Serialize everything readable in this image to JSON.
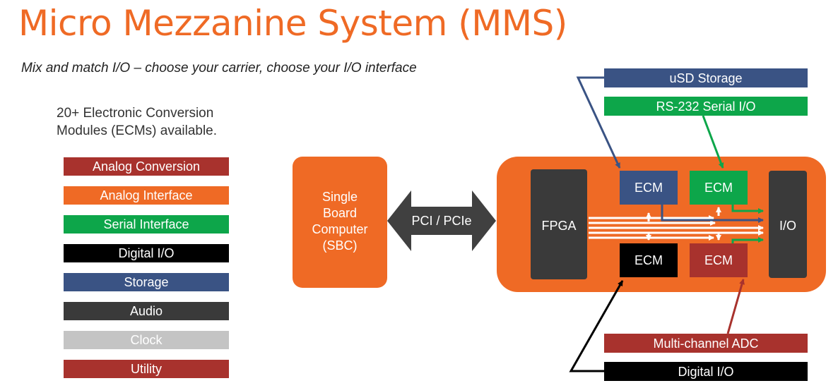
{
  "title": "Micro Mezzanine System (MMS)",
  "subtitle": "Mix and match I/O – choose your carrier, choose your I/O interface",
  "intro": {
    "line1": "20+ Electronic Conversion",
    "line2": "Modules (ECMs) available."
  },
  "legend": [
    {
      "label": "Analog Conversion",
      "color": "#a8322d"
    },
    {
      "label": "Analog Interface",
      "color": "#ef6a25"
    },
    {
      "label": "Serial Interface",
      "color": "#0da64a"
    },
    {
      "label": "Digital I/O",
      "color": "#000000"
    },
    {
      "label": "Storage",
      "color": "#3a5384"
    },
    {
      "label": "Audio",
      "color": "#3a3a3a"
    },
    {
      "label": "Clock",
      "color": "#c4c4c4"
    },
    {
      "label": "Utility",
      "color": "#a8322d"
    }
  ],
  "sbc": {
    "line1": "Single",
    "line2": "Board",
    "line3": "Computer",
    "line4": "(SBC)"
  },
  "bus_label": "PCI / PCIe",
  "fpga_label": "FPGA",
  "io_label": "I/O",
  "ecms": [
    {
      "label": "ECM",
      "color": "#3a5384"
    },
    {
      "label": "ECM",
      "color": "#0da64a"
    },
    {
      "label": "ECM",
      "color": "#000000"
    },
    {
      "label": "ECM",
      "color": "#a8322d"
    }
  ],
  "top_boxes": [
    {
      "label": "uSD Storage",
      "color": "#3a5384"
    },
    {
      "label": "RS-232 Serial I/O",
      "color": "#0da64a"
    }
  ],
  "bottom_boxes": [
    {
      "label": "Multi-channel ADC",
      "color": "#a8322d"
    },
    {
      "label": "Digital I/O",
      "color": "#000000"
    }
  ],
  "colors": {
    "accent": "#ef6a25",
    "dark_block": "#3a3a3a",
    "bus_arrow": "#404040"
  }
}
